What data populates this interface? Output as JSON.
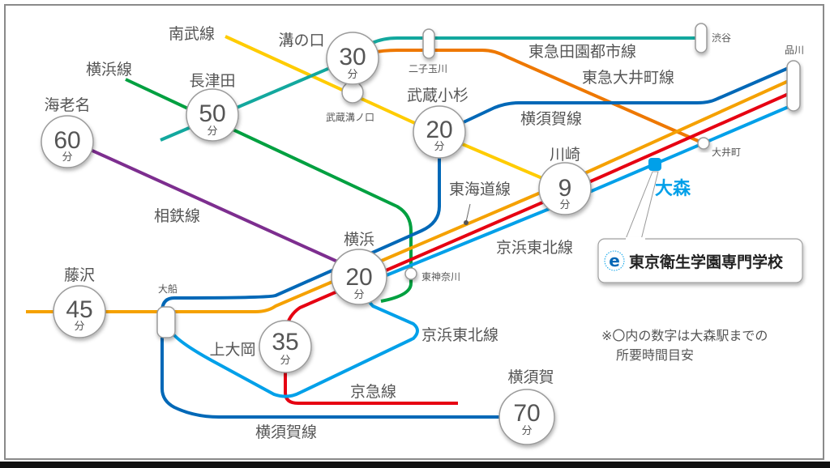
{
  "colors": {
    "den_en_toshi": "#13a89e",
    "oimachi": "#ee7800",
    "nambu": "#ffcc00",
    "yokohama_line": "#00a040",
    "sotetsu": "#7d2e8f",
    "yokosuka": "#0068b7",
    "tokaido": "#f5a100",
    "keikyu": "#e60012",
    "keihin_tohoku": "#00a0e9",
    "omori": "#00a0e9"
  },
  "lines": {
    "nambu": "南武線",
    "yokohama": "横浜線",
    "den_en_toshi": "東急田園都市線",
    "oimachi": "東急大井町線",
    "yokosuka_top": "横須賀線",
    "tokaido": "東海道線",
    "sotetsu": "相鉄線",
    "keihin_tohoku_top": "京浜東北線",
    "keihin_tohoku_bottom": "京浜東北線",
    "keikyu": "京急線",
    "yokosuka_bottom": "横須賀線"
  },
  "stations": {
    "mizonokuchi": {
      "name": "溝の口",
      "minutes": "30",
      "unit": "分"
    },
    "musashi_mizonokuchi": {
      "name": "武蔵溝ノ口"
    },
    "nagatsuta": {
      "name": "長津田",
      "minutes": "50",
      "unit": "分"
    },
    "ebina": {
      "name": "海老名",
      "minutes": "60",
      "unit": "分"
    },
    "futako_tamagawa": {
      "name": "二子玉川"
    },
    "shibuya": {
      "name": "渋谷"
    },
    "shinagawa": {
      "name": "品川"
    },
    "musashi_kosugi": {
      "name": "武蔵小杉",
      "minutes": "20",
      "unit": "分"
    },
    "kawasaki": {
      "name": "川崎",
      "minutes": "9",
      "unit": "分"
    },
    "oimachi": {
      "name": "大井町"
    },
    "omori": {
      "name": "大森"
    },
    "yokohama": {
      "name": "横浜",
      "minutes": "20",
      "unit": "分"
    },
    "higashi_kanagawa": {
      "name": "東神奈川"
    },
    "fujisawa": {
      "name": "藤沢",
      "minutes": "45",
      "unit": "分"
    },
    "ofuna": {
      "name": "大船"
    },
    "kamiooka": {
      "name": "上大岡",
      "minutes": "35",
      "unit": "分"
    },
    "yokosuka": {
      "name": "横須賀",
      "minutes": "70",
      "unit": "分"
    }
  },
  "school": {
    "logo": "e",
    "name": "東京衛生学園専門学校"
  },
  "note": {
    "line1": "※〇内の数字は大森駅までの",
    "line2": "所要時間目安"
  }
}
